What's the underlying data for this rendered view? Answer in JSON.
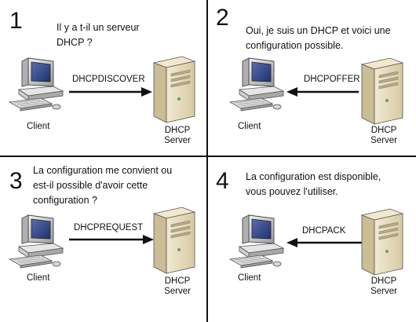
{
  "panels": [
    {
      "number": "1",
      "message": "Il y a t-il un serveur\nDHCP ?",
      "protocol": "DHCPDISCOVER",
      "direction": "to-server",
      "client_label": "Client",
      "server_label": "DHCP\nServer"
    },
    {
      "number": "2",
      "message": "Oui, je suis un DHCP et voici une\nconfiguration possible.",
      "protocol": "DHCPOFFER",
      "direction": "to-client",
      "client_label": "Client",
      "server_label": "DHCP\nServer"
    },
    {
      "number": "3",
      "message": "La configuration me convient ou\nest-il possible d'avoir cette\nconfiguration ?",
      "protocol": "DHCPREQUEST",
      "direction": "to-server",
      "client_label": "Client",
      "server_label": "DHCP\nServer"
    },
    {
      "number": "4",
      "message": "La configuration est disponible,\nvous pouvez l'utiliser.",
      "protocol": "DHCPACK",
      "direction": "to-client",
      "client_label": "Client",
      "server_label": "DHCP\nServer"
    }
  ],
  "colors": {
    "line": "#111111",
    "computer_body": "#d9d9d9",
    "screen": "#1f2f6e",
    "server_body": "#d8c9a3"
  }
}
